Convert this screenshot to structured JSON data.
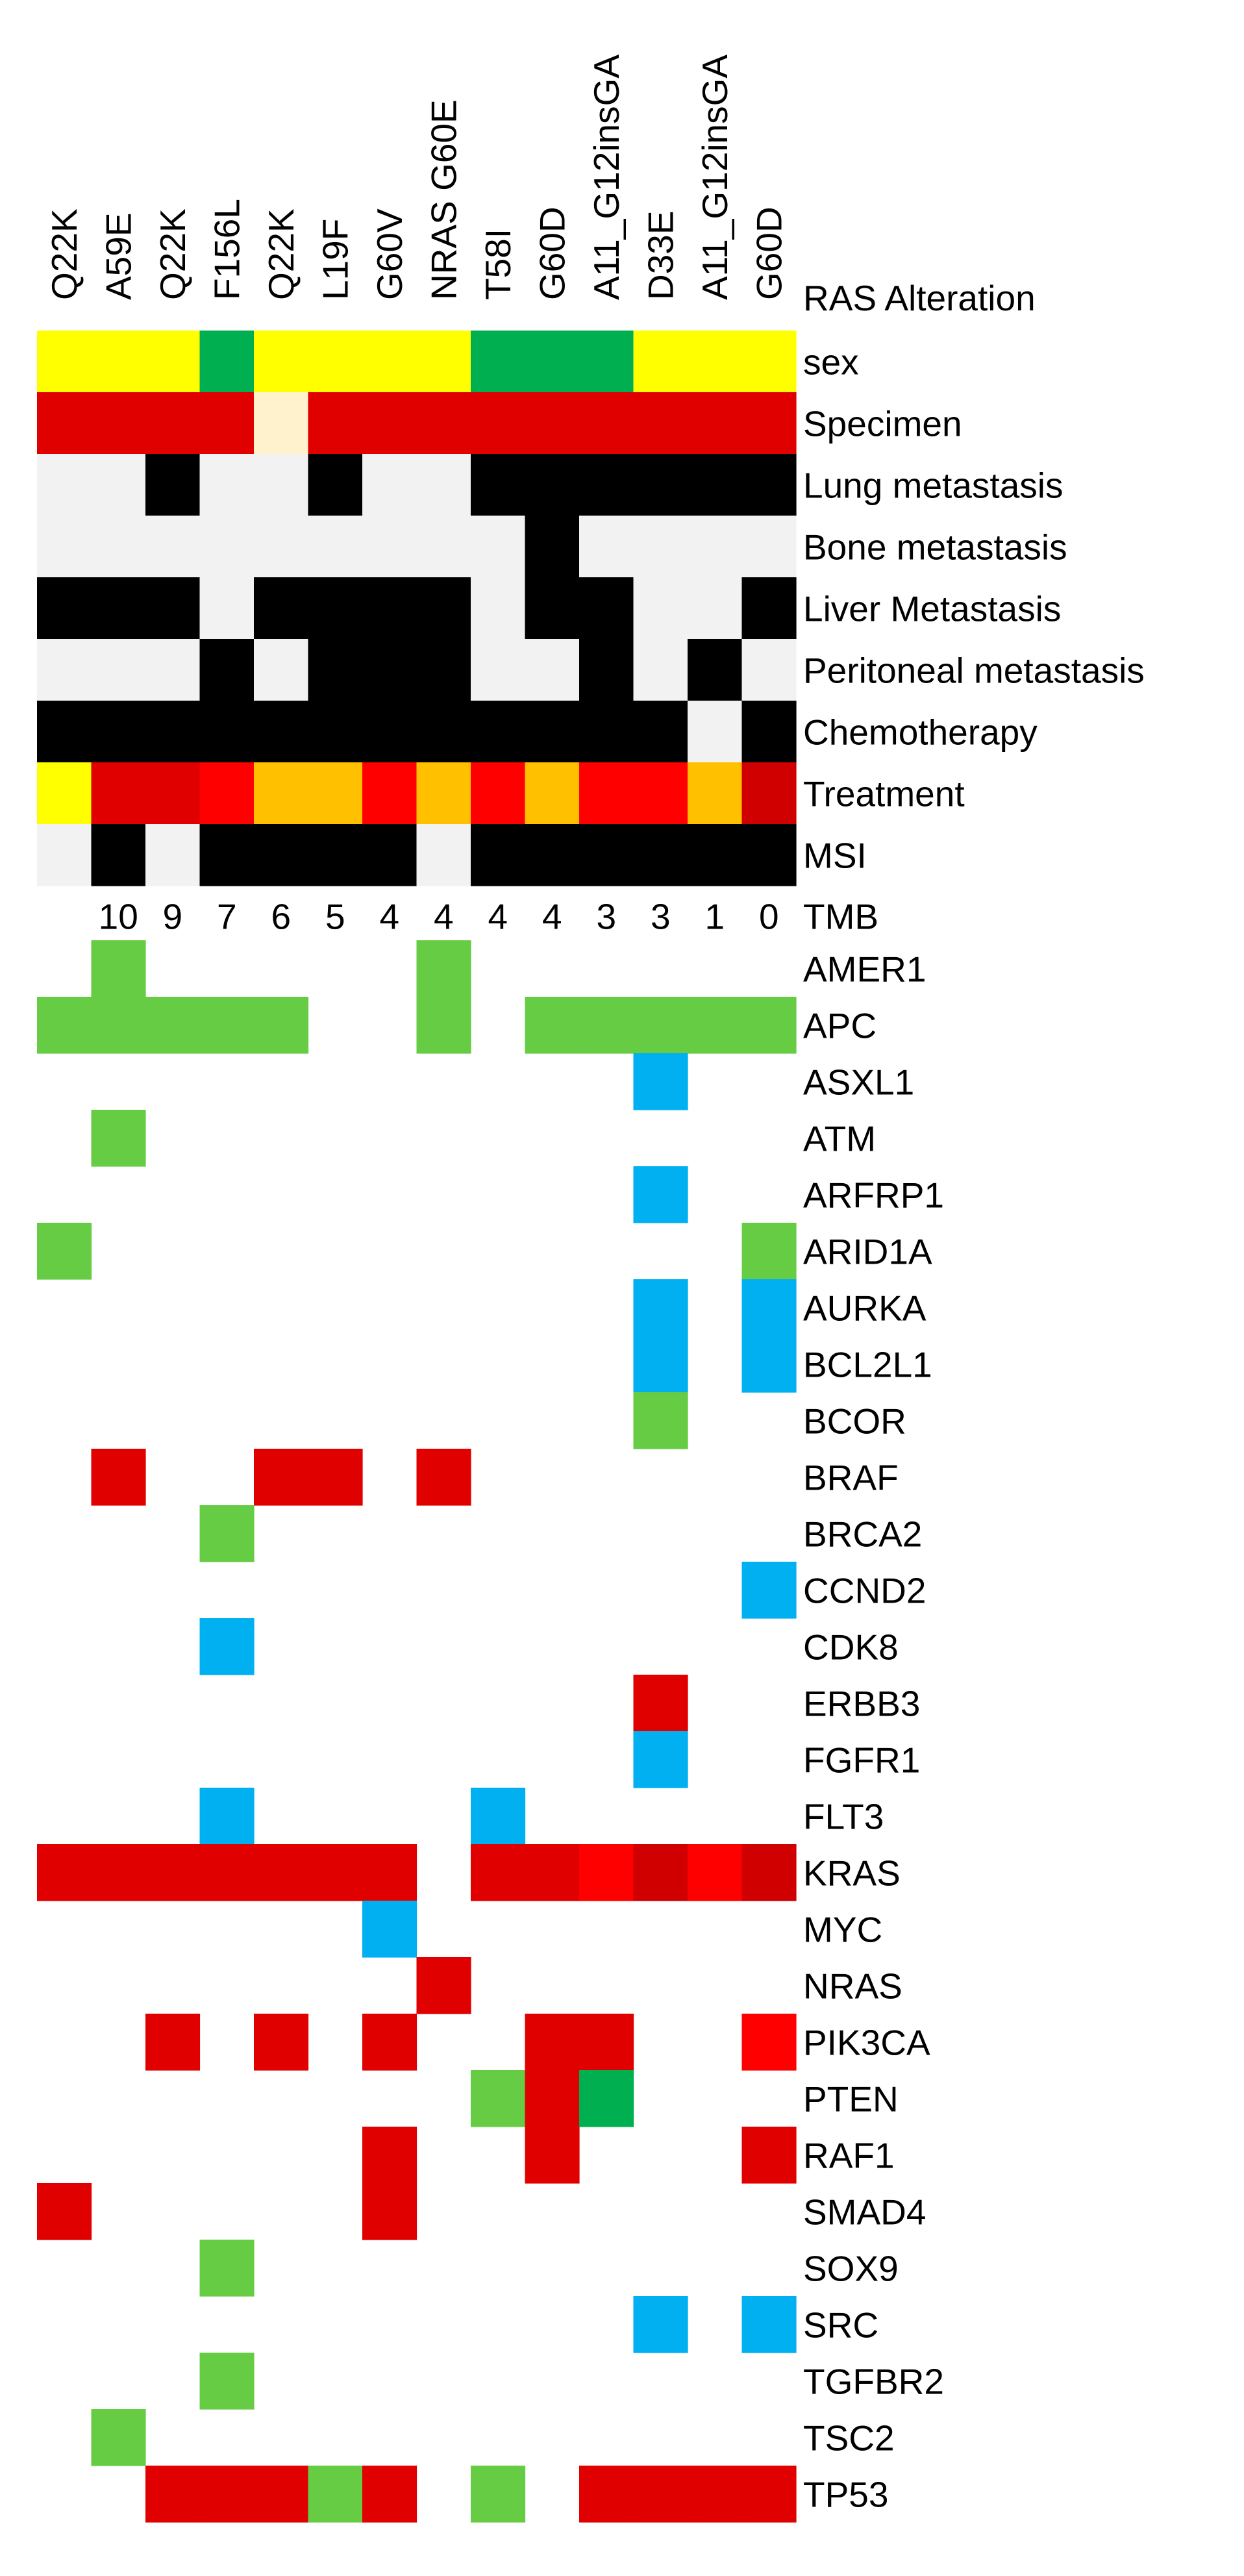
{
  "chart_data": {
    "type": "heatmap",
    "title": "",
    "header_row_label": "RAS Alteration",
    "samples": [
      "Q22K",
      "A59E",
      "Q22K",
      "F156L",
      "Q22K",
      "L19F",
      "G60V",
      "NRAS G60E",
      "T58I",
      "G60D",
      "A11_G12insGA",
      "D33E",
      "A11_G12insGA",
      "G60D"
    ],
    "palette": {
      "W": "#ffffff",
      "Y": "#ffff00",
      "G": "#00b050",
      "R": "#e00000",
      "P": "#fff2cc",
      "L": "#f2f2f2",
      "K": "#000000",
      "O": "#ffc000",
      "B": "#ff0000",
      "D": "#d00000",
      "M": "#66cc44",
      "C": "#00b0f0"
    },
    "clinical_rows": [
      {
        "label": "sex",
        "cells": [
          "Y",
          "Y",
          "Y",
          "G",
          "Y",
          "Y",
          "Y",
          "Y",
          "G",
          "G",
          "G",
          "Y",
          "Y",
          "Y"
        ]
      },
      {
        "label": "Specimen",
        "cells": [
          "R",
          "R",
          "R",
          "R",
          "P",
          "R",
          "R",
          "R",
          "R",
          "R",
          "R",
          "R",
          "R",
          "R"
        ]
      },
      {
        "label": "Lung metastasis",
        "cells": [
          "L",
          "L",
          "K",
          "L",
          "L",
          "K",
          "L",
          "L",
          "K",
          "K",
          "K",
          "K",
          "K",
          "K"
        ]
      },
      {
        "label": "Bone metastasis",
        "cells": [
          "L",
          "L",
          "L",
          "L",
          "L",
          "L",
          "L",
          "L",
          "L",
          "K",
          "L",
          "L",
          "L",
          "L"
        ]
      },
      {
        "label": "Liver Metastasis",
        "cells": [
          "K",
          "K",
          "K",
          "L",
          "K",
          "K",
          "K",
          "K",
          "L",
          "K",
          "K",
          "L",
          "L",
          "K"
        ]
      },
      {
        "label": "Peritoneal metastasis",
        "cells": [
          "L",
          "L",
          "L",
          "K",
          "L",
          "K",
          "K",
          "K",
          "L",
          "L",
          "K",
          "L",
          "K",
          "L"
        ]
      },
      {
        "label": "Chemotherapy",
        "cells": [
          "K",
          "K",
          "K",
          "K",
          "K",
          "K",
          "K",
          "K",
          "K",
          "K",
          "K",
          "K",
          "L",
          "K"
        ]
      },
      {
        "label": "Treatment",
        "cells": [
          "Y",
          "R",
          "R",
          "B",
          "O",
          "O",
          "B",
          "O",
          "B",
          "O",
          "B",
          "B",
          "O",
          "D"
        ]
      },
      {
        "label": "MSI",
        "cells": [
          "L",
          "K",
          "L",
          "K",
          "K",
          "K",
          "K",
          "L",
          "K",
          "K",
          "K",
          "K",
          "K",
          "K"
        ]
      }
    ],
    "tmb": {
      "label": "TMB",
      "values": [
        null,
        10,
        9,
        7,
        6,
        5,
        4,
        4,
        4,
        4,
        3,
        3,
        1,
        0
      ]
    },
    "gene_rows": [
      {
        "label": "AMER1",
        "cells": [
          "W",
          "M",
          "W",
          "W",
          "W",
          "W",
          "W",
          "M",
          "W",
          "W",
          "W",
          "W",
          "W",
          "W"
        ]
      },
      {
        "label": "APC",
        "cells": [
          "M",
          "M",
          "M",
          "M",
          "M",
          "W",
          "W",
          "M",
          "W",
          "M",
          "M",
          "M",
          "M",
          "M"
        ]
      },
      {
        "label": "ASXL1",
        "cells": [
          "W",
          "W",
          "W",
          "W",
          "W",
          "W",
          "W",
          "W",
          "W",
          "W",
          "W",
          "C",
          "W",
          "W"
        ]
      },
      {
        "label": "ATM",
        "cells": [
          "W",
          "M",
          "W",
          "W",
          "W",
          "W",
          "W",
          "W",
          "W",
          "W",
          "W",
          "W",
          "W",
          "W"
        ]
      },
      {
        "label": "ARFRP1",
        "cells": [
          "W",
          "W",
          "W",
          "W",
          "W",
          "W",
          "W",
          "W",
          "W",
          "W",
          "W",
          "C",
          "W",
          "W"
        ]
      },
      {
        "label": "ARID1A",
        "cells": [
          "M",
          "W",
          "W",
          "W",
          "W",
          "W",
          "W",
          "W",
          "W",
          "W",
          "W",
          "W",
          "W",
          "M"
        ]
      },
      {
        "label": "AURKA",
        "cells": [
          "W",
          "W",
          "W",
          "W",
          "W",
          "W",
          "W",
          "W",
          "W",
          "W",
          "W",
          "C",
          "W",
          "C"
        ]
      },
      {
        "label": "BCL2L1",
        "cells": [
          "W",
          "W",
          "W",
          "W",
          "W",
          "W",
          "W",
          "W",
          "W",
          "W",
          "W",
          "C",
          "W",
          "C"
        ]
      },
      {
        "label": "BCOR",
        "cells": [
          "W",
          "W",
          "W",
          "W",
          "W",
          "W",
          "W",
          "W",
          "W",
          "W",
          "W",
          "M",
          "W",
          "W"
        ]
      },
      {
        "label": "BRAF",
        "cells": [
          "W",
          "R",
          "W",
          "W",
          "R",
          "R",
          "W",
          "R",
          "W",
          "W",
          "W",
          "W",
          "W",
          "W"
        ]
      },
      {
        "label": "BRCA2",
        "cells": [
          "W",
          "W",
          "W",
          "M",
          "W",
          "W",
          "W",
          "W",
          "W",
          "W",
          "W",
          "W",
          "W",
          "W"
        ]
      },
      {
        "label": "CCND2",
        "cells": [
          "W",
          "W",
          "W",
          "W",
          "W",
          "W",
          "W",
          "W",
          "W",
          "W",
          "W",
          "W",
          "W",
          "C"
        ]
      },
      {
        "label": "CDK8",
        "cells": [
          "W",
          "W",
          "W",
          "C",
          "W",
          "W",
          "W",
          "W",
          "W",
          "W",
          "W",
          "W",
          "W",
          "W"
        ]
      },
      {
        "label": "ERBB3",
        "cells": [
          "W",
          "W",
          "W",
          "W",
          "W",
          "W",
          "W",
          "W",
          "W",
          "W",
          "W",
          "R",
          "W",
          "W"
        ]
      },
      {
        "label": "FGFR1",
        "cells": [
          "W",
          "W",
          "W",
          "W",
          "W",
          "W",
          "W",
          "W",
          "W",
          "W",
          "W",
          "C",
          "W",
          "W"
        ]
      },
      {
        "label": "FLT3",
        "cells": [
          "W",
          "W",
          "W",
          "C",
          "W",
          "W",
          "W",
          "W",
          "C",
          "W",
          "W",
          "W",
          "W",
          "W"
        ]
      },
      {
        "label": "KRAS",
        "cells": [
          "R",
          "R",
          "R",
          "R",
          "R",
          "R",
          "R",
          "W",
          "R",
          "R",
          "B",
          "D",
          "B",
          "D"
        ]
      },
      {
        "label": "MYC",
        "cells": [
          "W",
          "W",
          "W",
          "W",
          "W",
          "W",
          "C",
          "W",
          "W",
          "W",
          "W",
          "W",
          "W",
          "W"
        ]
      },
      {
        "label": "NRAS",
        "cells": [
          "W",
          "W",
          "W",
          "W",
          "W",
          "W",
          "W",
          "R",
          "W",
          "W",
          "W",
          "W",
          "W",
          "W"
        ]
      },
      {
        "label": "PIK3CA",
        "cells": [
          "W",
          "W",
          "R",
          "W",
          "R",
          "W",
          "R",
          "W",
          "W",
          "R",
          "R",
          "W",
          "W",
          "B"
        ]
      },
      {
        "label": "PTEN",
        "cells": [
          "W",
          "W",
          "W",
          "W",
          "W",
          "W",
          "W",
          "W",
          "M",
          "R",
          "G",
          "W",
          "W",
          "W"
        ]
      },
      {
        "label": "RAF1",
        "cells": [
          "W",
          "W",
          "W",
          "W",
          "W",
          "W",
          "R",
          "W",
          "W",
          "R",
          "W",
          "W",
          "W",
          "R"
        ]
      },
      {
        "label": "SMAD4",
        "cells": [
          "R",
          "W",
          "W",
          "W",
          "W",
          "W",
          "R",
          "W",
          "W",
          "W",
          "W",
          "W",
          "W",
          "W"
        ]
      },
      {
        "label": "SOX9",
        "cells": [
          "W",
          "W",
          "W",
          "M",
          "W",
          "W",
          "W",
          "W",
          "W",
          "W",
          "W",
          "W",
          "W",
          "W"
        ]
      },
      {
        "label": "SRC",
        "cells": [
          "W",
          "W",
          "W",
          "W",
          "W",
          "W",
          "W",
          "W",
          "W",
          "W",
          "W",
          "C",
          "W",
          "C"
        ]
      },
      {
        "label": "TGFBR2",
        "cells": [
          "W",
          "W",
          "W",
          "M",
          "W",
          "W",
          "W",
          "W",
          "W",
          "W",
          "W",
          "W",
          "W",
          "W"
        ]
      },
      {
        "label": "TSC2",
        "cells": [
          "W",
          "M",
          "W",
          "W",
          "W",
          "W",
          "W",
          "W",
          "W",
          "W",
          "W",
          "W",
          "W",
          "W"
        ]
      },
      {
        "label": "TP53",
        "cells": [
          "W",
          "W",
          "R",
          "R",
          "R",
          "M",
          "R",
          "W",
          "M",
          "W",
          "R",
          "R",
          "R",
          "R"
        ]
      }
    ]
  }
}
